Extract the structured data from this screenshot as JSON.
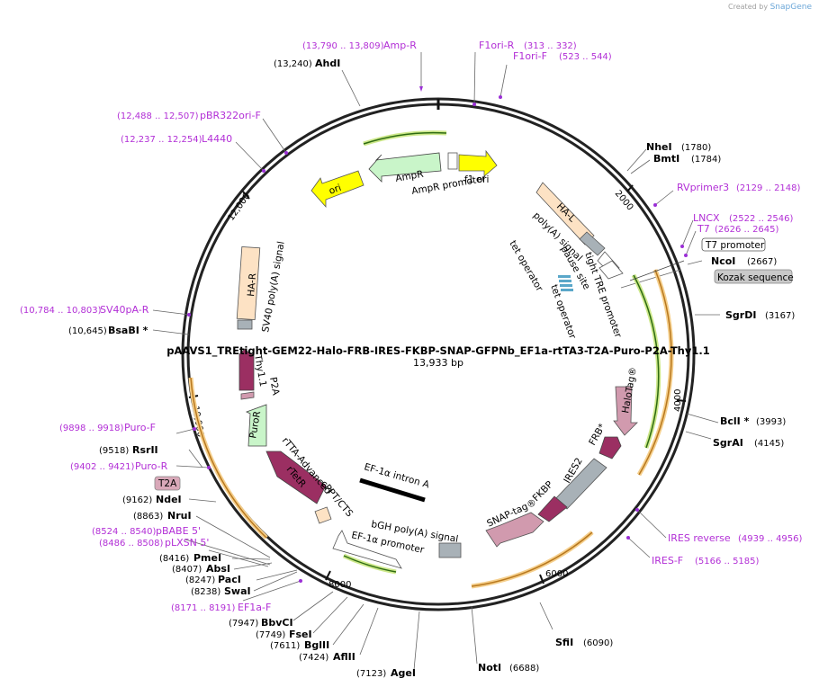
{
  "credit": {
    "prefix": "Created by",
    "brand": "SnapGene"
  },
  "plasmid": {
    "name": "pAAVS1_TREtight-GEM22-Halo-FRB-IRES-FKBP-SNAP-GFPNb_EF1a-rtTA3-T2A-Puro-P2A-Thy1.1",
    "size_label": "13,933 bp"
  },
  "ticks": [
    "2000",
    "4000",
    "6000",
    "8000",
    "10,000",
    "12,000"
  ],
  "enzymes": [
    {
      "name": "AhdI",
      "pos": "(13,240)"
    },
    {
      "name": "NheI",
      "pos": "(1780)"
    },
    {
      "name": "BmtI",
      "pos": "(1784)"
    },
    {
      "name": "NcoI",
      "pos": "(2667)"
    },
    {
      "name": "SgrDI",
      "pos": "(3167)"
    },
    {
      "name": "BclI *",
      "pos": "(3993)"
    },
    {
      "name": "SgrAI",
      "pos": "(4145)"
    },
    {
      "name": "SfiI",
      "pos": "(6090)"
    },
    {
      "name": "NotI",
      "pos": "(6688)"
    },
    {
      "name": "AgeI",
      "pos": "(7123)"
    },
    {
      "name": "AflII",
      "pos": "(7424)"
    },
    {
      "name": "BglII",
      "pos": "(7611)"
    },
    {
      "name": "FseI",
      "pos": "(7749)"
    },
    {
      "name": "BbvCI",
      "pos": "(7947)"
    },
    {
      "name": "SwaI",
      "pos": "(8238)"
    },
    {
      "name": "PacI",
      "pos": "(8247)"
    },
    {
      "name": "AbsI",
      "pos": "(8407)"
    },
    {
      "name": "PmeI",
      "pos": "(8416)"
    },
    {
      "name": "NruI",
      "pos": "(8863)"
    },
    {
      "name": "NdeI",
      "pos": "(9162)"
    },
    {
      "name": "RsrII",
      "pos": "(9518)"
    },
    {
      "name": "BsaBI *",
      "pos": "(10,645)"
    }
  ],
  "primers": [
    {
      "name": "Amp-R",
      "pos": "(13,790 .. 13,809)"
    },
    {
      "name": "F1ori-R",
      "pos": "(313 .. 332)"
    },
    {
      "name": "F1ori-F",
      "pos": "(523 .. 544)"
    },
    {
      "name": "pBR322ori-F",
      "pos": "(12,488 .. 12,507)"
    },
    {
      "name": "L4440",
      "pos": "(12,237 .. 12,254)"
    },
    {
      "name": "RVprimer3",
      "pos": "(2129 .. 2148)"
    },
    {
      "name": "LNCX",
      "pos": "(2522 .. 2546)"
    },
    {
      "name": "T7",
      "pos": "(2626 .. 2645)"
    },
    {
      "name": "SV40pA-R",
      "pos": "(10,784 .. 10,803)"
    },
    {
      "name": "Puro-F",
      "pos": "(9898 .. 9918)"
    },
    {
      "name": "Puro-R",
      "pos": "(9402 .. 9421)"
    },
    {
      "name": "IRES reverse",
      "pos": "(4939 .. 4956)"
    },
    {
      "name": "IRES-F",
      "pos": "(5166 .. 5185)"
    },
    {
      "name": "pBABE 5'",
      "pos": "(8524 .. 8540)"
    },
    {
      "name": "pLXSN 5'",
      "pos": "(8486 .. 8508)"
    },
    {
      "name": "EF1a-F",
      "pos": "(8171 .. 8191)"
    }
  ],
  "boxed_labels": {
    "t7_promoter": "T7 promoter",
    "kozak": "Kozak sequence",
    "t2a": "T2A"
  },
  "features": {
    "ampr": "AmpR",
    "ampr_promoter": "AmpR promoter",
    "f1_ori": "f1 ori",
    "ori": "ori",
    "ha_l": "HA-L",
    "polya_signal": "poly(A) signal",
    "pause_site": "pause site",
    "tight_tre": "tight TRE promoter",
    "tet_operator": "tet operator",
    "tet_operator2": "tet operator",
    "halotag": "HaloTag®",
    "frb": "FRB*",
    "ires2": "IRES2",
    "fkbp": "FKBP",
    "snaptag": "SNAP-tag®",
    "bgh_polya": "bGH poly(A) signal",
    "ef1a_promoter": "EF-1α promoter",
    "ef1a_intron": "EF-1α intron A",
    "cppt": "cPPT/CTS",
    "rtta": "rTTA-Advanced",
    "rtetr": "rTetR",
    "puror": "PuroR",
    "p2a": "P2A",
    "thy11": "Thy1.1",
    "ha_r": "HA-R",
    "sv40_polya": "SV40 poly(A) signal"
  }
}
